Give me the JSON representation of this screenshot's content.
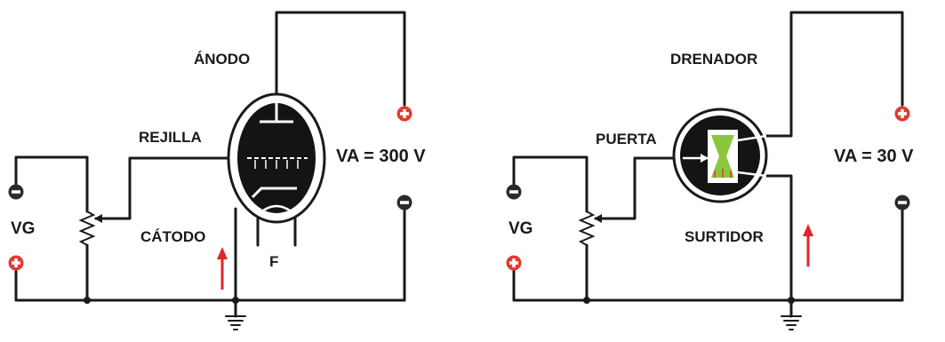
{
  "tube_circuit": {
    "anode_label": "ÁNODO",
    "grid_label": "REJILLA",
    "cathode_label": "CÁTODO",
    "filament_label": "F",
    "supply_label": "VA = 300 V",
    "bias_label": "VG"
  },
  "fet_circuit": {
    "drain_label": "DRENADOR",
    "gate_label": "PUERTA",
    "source_label": "SURTIDOR",
    "supply_label": "VA = 30 V",
    "bias_label": "VG"
  },
  "colors": {
    "wire": "#1a1a1a",
    "polarity_positive": "#e23a2e",
    "arrow": "#e0262b",
    "channel": "#8cc63f",
    "tube_glass": "#ffffff"
  }
}
